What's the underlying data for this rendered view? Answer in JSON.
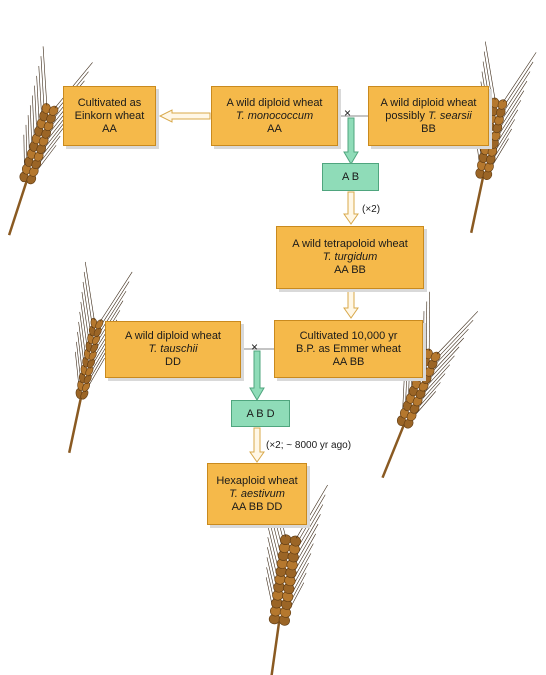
{
  "colors": {
    "box_fill": "#f5b94a",
    "hybrid_fill": "#8fdcb8",
    "arrow_white": "#fff7e6",
    "arrow_green": "#8fdcb8"
  },
  "boxes": {
    "einkorn": {
      "line1": "Cultivated as",
      "line2": "Einkorn wheat",
      "genome": "AA"
    },
    "monococcum": {
      "line1": "A wild diploid wheat",
      "species": "T. monococcum",
      "genome": "AA"
    },
    "searsii": {
      "line1": "A wild diploid wheat",
      "prefix": "possibly ",
      "species": "T. searsii",
      "genome": "BB"
    },
    "turgidum": {
      "line1": "A wild tetrapoloid wheat",
      "species": "T. turgidum",
      "genome": "AA BB"
    },
    "tauschii": {
      "line1": "A wild diploid wheat",
      "species": "T. tauschii",
      "genome": "DD"
    },
    "emmer": {
      "line1": "Cultivated 10,000 yr",
      "line2": "B.P. as Emmer wheat",
      "genome": "AA BB"
    },
    "aestivum": {
      "line1": "Hexaploid wheat",
      "species": "T. aestivum",
      "genome": "AA BB DD"
    }
  },
  "hybrids": {
    "ab": "A B",
    "abd": "A B D"
  },
  "notes": {
    "doubling1": "(×2)",
    "doubling2": "(×2; ~ 8000 yr ago)"
  },
  "cross_symbol": "×",
  "wheat_ear_count": 5
}
